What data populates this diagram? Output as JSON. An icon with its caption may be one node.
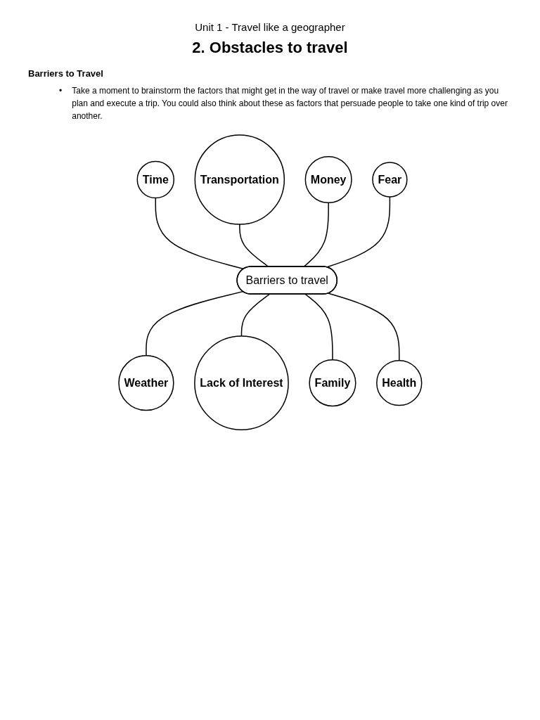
{
  "diagram": {
    "title": "2. Obstacles to travel",
    "nodes": [
      {
        "text": [
          "Time"
        ]
      },
      {
        "text": [
          "Transportation"
        ]
      },
      {
        "text": [
          "Money"
        ]
      },
      {
        "text": [
          "Fear"
        ]
      },
      {
        "text": [
          "Barriers to travel"
        ]
      },
      {
        "text": [
          "Weather"
        ]
      },
      {
        "text": [
          "Lack of Interest"
        ]
      },
      {
        "text": [
          "Family"
        ]
      },
      {
        "text": [
          "Health"
        ]
      }
    ],
    "edges": [
      {
        "from": 0,
        "to": 4,
        "arrow": "none"
      },
      {
        "from": 1,
        "to": 4,
        "arrow": "none"
      },
      {
        "from": 2,
        "to": 4,
        "arrow": "none"
      },
      {
        "from": 3,
        "to": 4,
        "arrow": "none"
      },
      {
        "from": 4,
        "to": 5,
        "arrow": "none"
      },
      {
        "from": 4,
        "to": 6,
        "arrow": "none"
      },
      {
        "from": 4,
        "to": 7,
        "arrow": "none"
      },
      {
        "from": 4,
        "to": 8,
        "arrow": "none"
      }
    ],
    "labels": [
      "Unit 1 - Travel like a geographer",
      "Barriers to Travel",
      "•",
      "Take a moment to brainstorm the factors that might get in the way of travel or make travel more challenging as you plan and execute a trip. You could also think about these as factors that persuade people to take one kind of trip over another."
    ]
  }
}
